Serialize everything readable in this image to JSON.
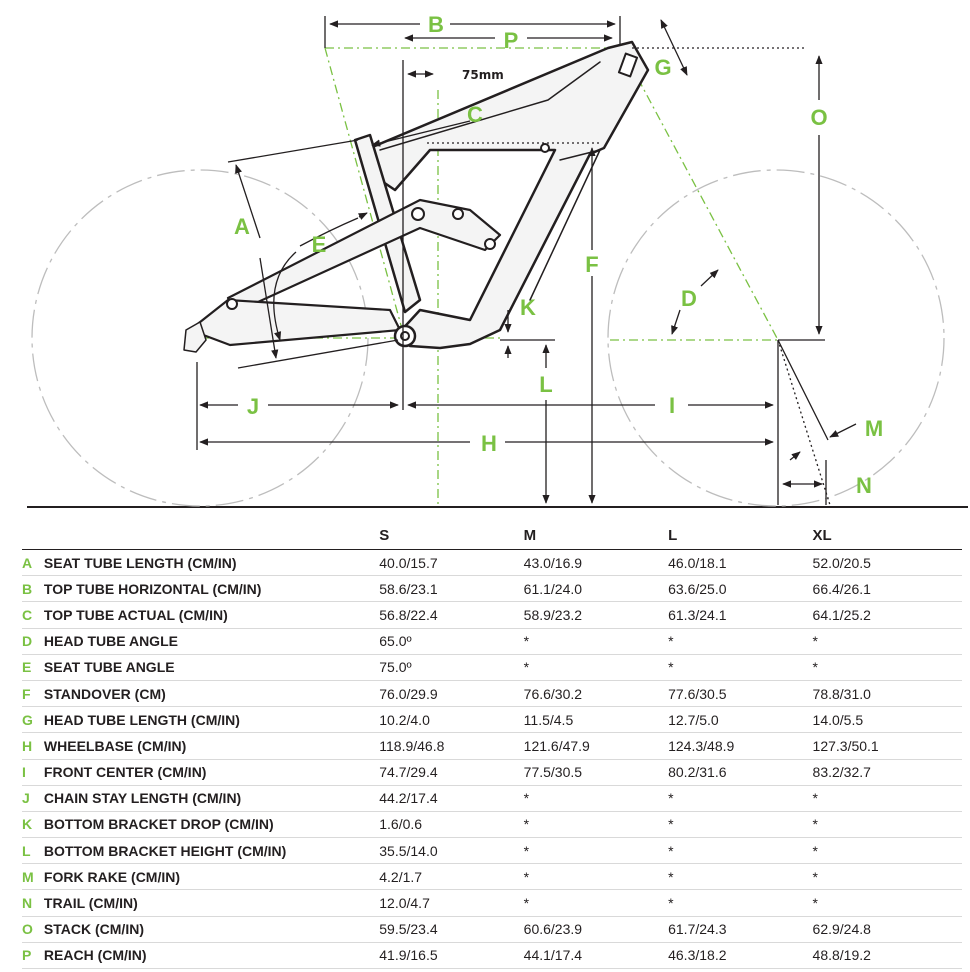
{
  "diagram": {
    "dimension_labels": [
      "A",
      "B",
      "C",
      "D",
      "E",
      "F",
      "G",
      "H",
      "I",
      "J",
      "K",
      "L",
      "M",
      "N",
      "O",
      "P"
    ],
    "seat_offset_label": "75mm",
    "colors": {
      "accent": "#7ac143",
      "frame": "#231f20",
      "wheel_outline": "#bcbcbc"
    }
  },
  "table": {
    "sizes": [
      "S",
      "M",
      "L",
      "XL"
    ],
    "rows": [
      {
        "letter": "A",
        "measure": "SEAT TUBE LENGTH (CM/IN)",
        "values": [
          "40.0/15.7",
          "43.0/16.9",
          "46.0/18.1",
          "52.0/20.5"
        ]
      },
      {
        "letter": "B",
        "measure": "TOP TUBE HORIZONTAL (CM/IN)",
        "values": [
          "58.6/23.1",
          "61.1/24.0",
          "63.6/25.0",
          "66.4/26.1"
        ]
      },
      {
        "letter": "C",
        "measure": "TOP TUBE ACTUAL (CM/IN)",
        "values": [
          "56.8/22.4",
          "58.9/23.2",
          "61.3/24.1",
          "64.1/25.2"
        ]
      },
      {
        "letter": "D",
        "measure": "HEAD TUBE ANGLE",
        "values": [
          "65.0º",
          "*",
          "*",
          "*"
        ]
      },
      {
        "letter": "E",
        "measure": "SEAT TUBE ANGLE",
        "values": [
          "75.0º",
          "*",
          "*",
          "*"
        ]
      },
      {
        "letter": "F",
        "measure": "STANDOVER (CM)",
        "values": [
          "76.0/29.9",
          "76.6/30.2",
          "77.6/30.5",
          "78.8/31.0"
        ]
      },
      {
        "letter": "G",
        "measure": "HEAD TUBE LENGTH (CM/IN)",
        "values": [
          "10.2/4.0",
          "11.5/4.5",
          "12.7/5.0",
          "14.0/5.5"
        ]
      },
      {
        "letter": "H",
        "measure": "WHEELBASE (CM/IN)",
        "values": [
          "118.9/46.8",
          "121.6/47.9",
          "124.3/48.9",
          "127.3/50.1"
        ]
      },
      {
        "letter": "I",
        "measure": "FRONT CENTER (CM/IN)",
        "values": [
          "74.7/29.4",
          "77.5/30.5",
          "80.2/31.6",
          "83.2/32.7"
        ]
      },
      {
        "letter": "J",
        "measure": "CHAIN STAY LENGTH (CM/IN)",
        "values": [
          "44.2/17.4",
          "*",
          "*",
          "*"
        ]
      },
      {
        "letter": "K",
        "measure": "BOTTOM BRACKET DROP (CM/IN)",
        "values": [
          "1.6/0.6",
          "*",
          "*",
          "*"
        ]
      },
      {
        "letter": "L",
        "measure": "BOTTOM BRACKET HEIGHT (CM/IN)",
        "values": [
          "35.5/14.0",
          "*",
          "*",
          "*"
        ]
      },
      {
        "letter": "M",
        "measure": "FORK RAKE (CM/IN)",
        "values": [
          "4.2/1.7",
          "*",
          "*",
          "*"
        ]
      },
      {
        "letter": "N",
        "measure": "TRAIL (CM/IN)",
        "values": [
          "12.0/4.7",
          "*",
          "*",
          "*"
        ]
      },
      {
        "letter": "O",
        "measure": "STACK (CM/IN)",
        "values": [
          "59.5/23.4",
          "60.6/23.9",
          "61.7/24.3",
          "62.9/24.8"
        ]
      },
      {
        "letter": "P",
        "measure": "REACH (CM/IN)",
        "values": [
          "41.9/16.5",
          "44.1/17.4",
          "46.3/18.2",
          "48.8/19.2"
        ]
      }
    ]
  }
}
